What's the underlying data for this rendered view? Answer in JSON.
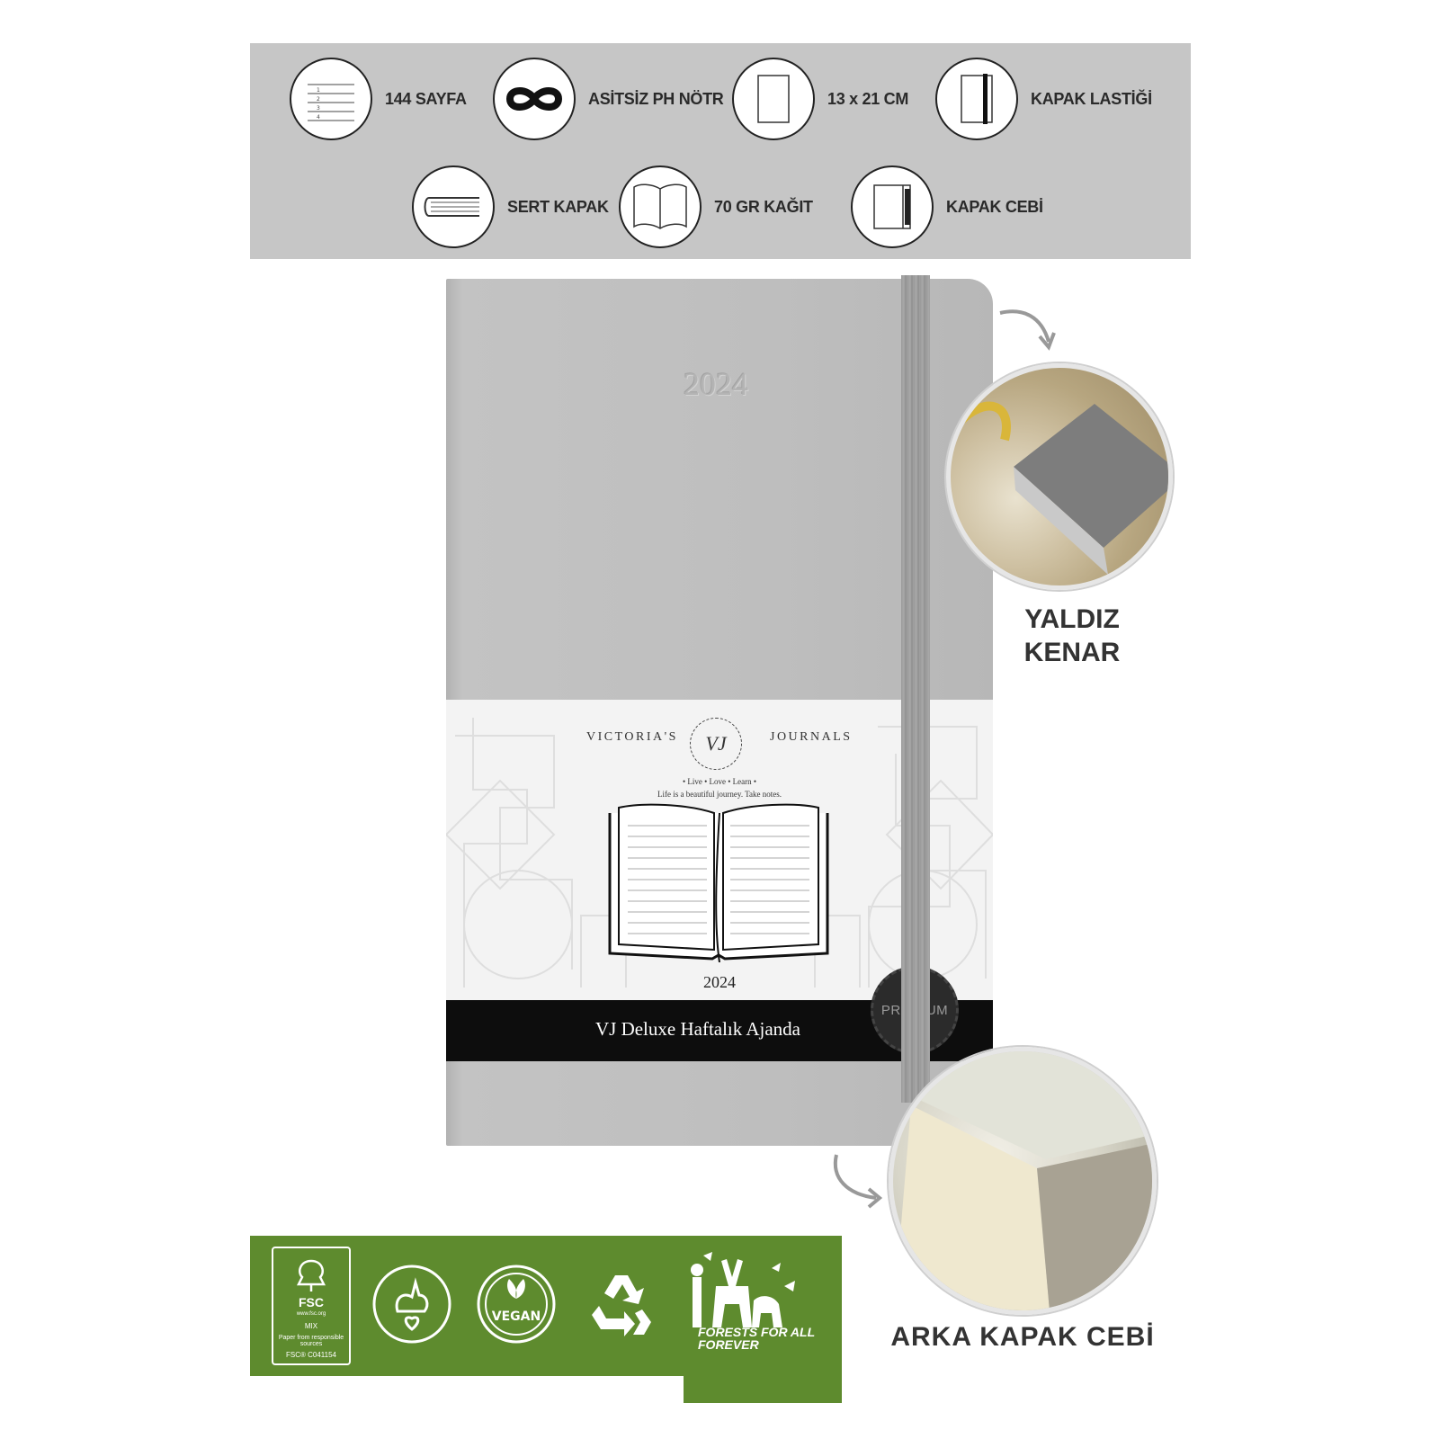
{
  "features": {
    "row1": [
      {
        "icon": "lined-page-icon",
        "label": "144 SAYFA"
      },
      {
        "icon": "infinity-icon",
        "label": "ASİTSİZ PH NÖTR"
      },
      {
        "icon": "page-size-icon",
        "label": "13 x 21 CM"
      },
      {
        "icon": "elastic-band-icon",
        "label": "KAPAK LASTİĞİ"
      }
    ],
    "row2": [
      {
        "icon": "hardcover-icon",
        "label": "SERT KAPAK"
      },
      {
        "icon": "open-book-icon",
        "label": "70 GR KAĞIT"
      },
      {
        "icon": "cover-pocket-icon",
        "label": "KAPAK CEBİ"
      }
    ]
  },
  "notebook": {
    "cover_year": "2024",
    "brand_left": "VICTORIA'S",
    "brand_monogram": "VJ",
    "brand_right": "JOURNALS",
    "tagline1": "• Live • Love • Learn •",
    "tagline2": "Life is a beautiful journey. Take notes.",
    "band_year": "2024",
    "title": "VJ Deluxe Haftalık Ajanda",
    "premium_badge": "PREMIUM",
    "colors": {
      "cover": "#bdbdbd",
      "band": "#f3f3f3",
      "title_bar": "#0d0d0d"
    }
  },
  "details": {
    "top_caption_line1": "YALDIZ",
    "top_caption_line2": "KENAR",
    "bottom_caption": "ARKA KAPAK CEBİ"
  },
  "eco": {
    "color": "#5e8b2e",
    "fsc": {
      "logo_text": "FSC",
      "site": "www.fsc.org",
      "mix": "MIX",
      "paper_note": "Paper from responsible sources",
      "code": "FSC® C041154"
    },
    "icons": [
      "cruelty-free-rabbit-icon",
      "vegan-icon",
      "recycle-icon",
      "forests-animals-icon"
    ],
    "vegan_label": "VEGAN",
    "forests_line1": "FORESTS FOR ALL",
    "forests_line2": "FOREVER"
  }
}
